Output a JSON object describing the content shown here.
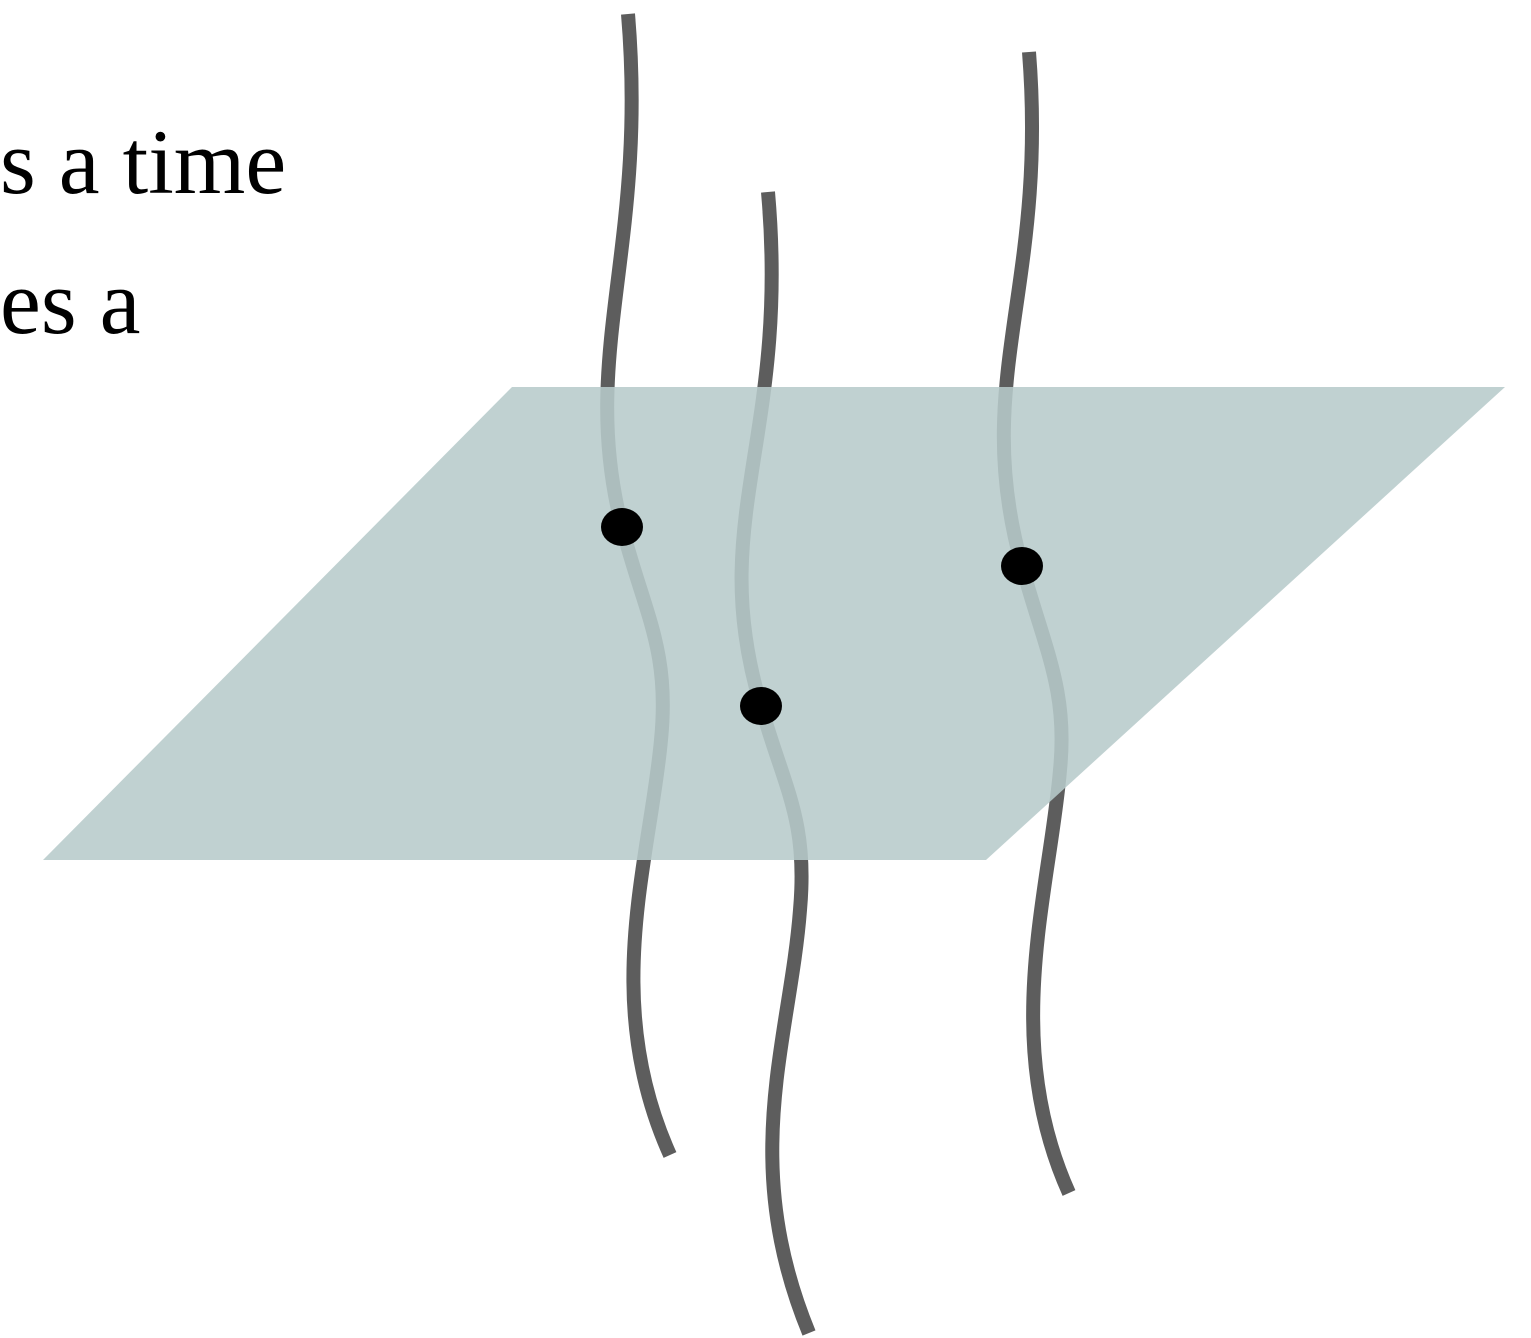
{
  "text": {
    "line1": "s a time",
    "line2": "es a"
  },
  "colors": {
    "background": "#ffffff",
    "text": "#000000",
    "plane": "#b7cbcb",
    "worldline": "#5d5d5d",
    "event_point": "#000000"
  },
  "diagram": {
    "plane_count": 1,
    "worldline_count": 3,
    "event_point_count": 3
  }
}
